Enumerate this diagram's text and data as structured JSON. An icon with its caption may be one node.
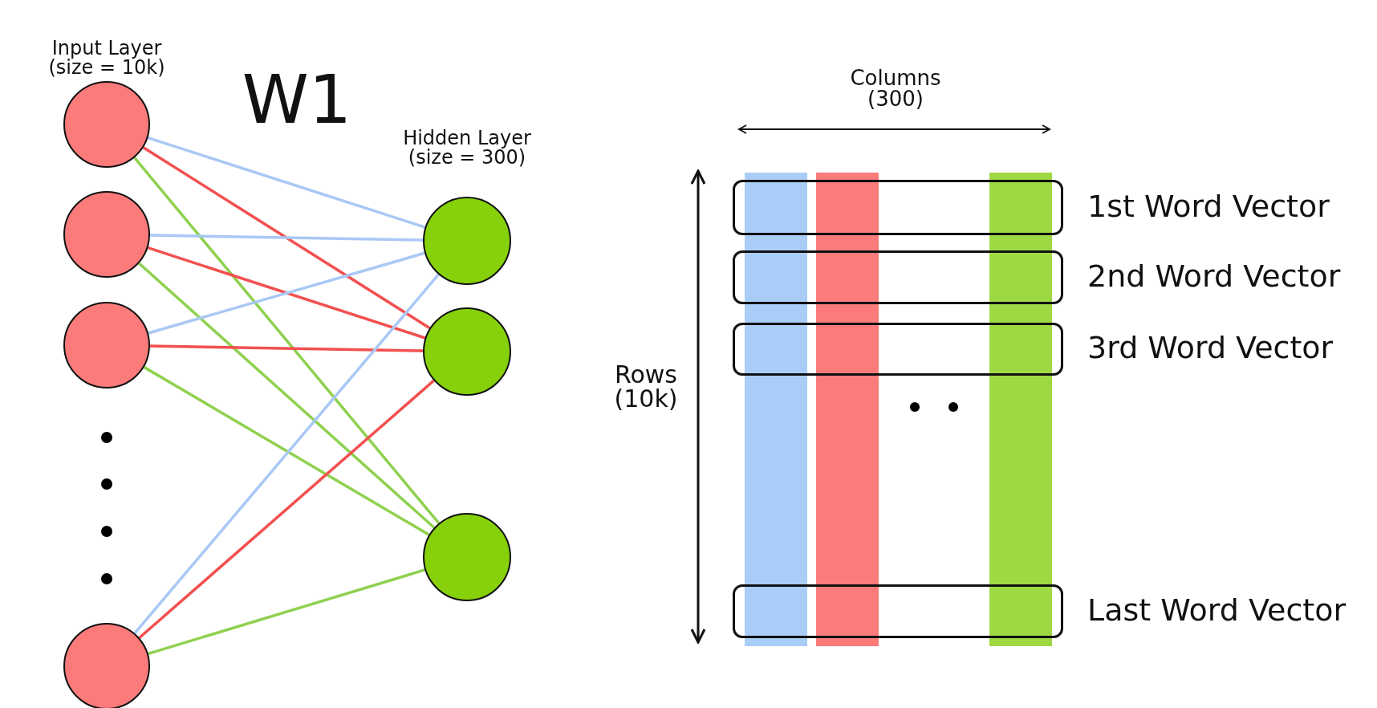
{
  "diagram": {
    "nodes": [
      {
        "text": [],
        "shape": "circle"
      },
      {
        "text": [],
        "shape": "circle"
      },
      {
        "text": [],
        "shape": "circle"
      },
      {
        "text": [],
        "shape": "circle"
      },
      {
        "text": [],
        "shape": "circle"
      },
      {
        "text": [],
        "shape": "circle"
      },
      {
        "text": [],
        "shape": "circle"
      },
      {
        "text": [],
        "shape": "box",
        "beside": [
          "1st Word Vector"
        ]
      },
      {
        "text": [],
        "shape": "box",
        "beside": [
          "2nd Word Vector"
        ]
      },
      {
        "text": [],
        "shape": "box",
        "beside": [
          "3rd Word Vector"
        ]
      },
      {
        "text": [],
        "shape": "box",
        "beside": [
          "Last Word Vector"
        ]
      }
    ],
    "edges": [
      {
        "from": 0,
        "to": 4,
        "arrow": "none",
        "color": "#a9c8f5"
      },
      {
        "from": 0,
        "to": 5,
        "arrow": "none",
        "color": "#f25050"
      },
      {
        "from": 0,
        "to": 6,
        "arrow": "none",
        "color": "#8fd14f"
      },
      {
        "from": 1,
        "to": 4,
        "arrow": "none",
        "color": "#a9c8f5"
      },
      {
        "from": 1,
        "to": 5,
        "arrow": "none",
        "color": "#f25050"
      },
      {
        "from": 1,
        "to": 6,
        "arrow": "none",
        "color": "#8fd14f"
      },
      {
        "from": 2,
        "to": 4,
        "arrow": "none",
        "color": "#a9c8f5"
      },
      {
        "from": 2,
        "to": 5,
        "arrow": "none",
        "color": "#f25050"
      },
      {
        "from": 2,
        "to": 6,
        "arrow": "none",
        "color": "#8fd14f"
      },
      {
        "from": 3,
        "to": 4,
        "arrow": "none",
        "color": "#a9c8f5"
      },
      {
        "from": 3,
        "to": 5,
        "arrow": "none",
        "color": "#f25050"
      },
      {
        "from": 3,
        "to": 6,
        "arrow": "none",
        "color": "#8fd14f"
      }
    ],
    "labels": [
      "Input Layer (size = 10k)",
      "W1",
      "Hidden Layer (size = 300)",
      "Columns (300)",
      "Rows (10k)"
    ]
  }
}
